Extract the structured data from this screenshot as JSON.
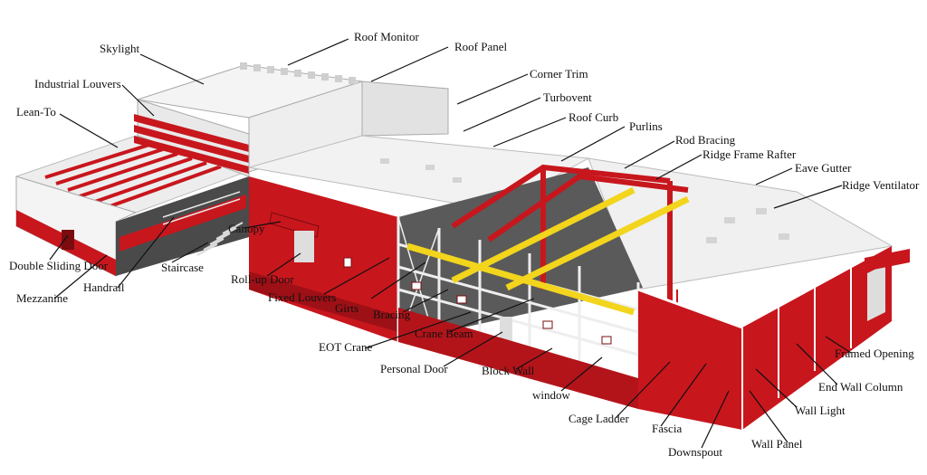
{
  "labels": {
    "skylight": "Skylight",
    "roof_monitor": "Roof Monitor",
    "roof_panel": "Roof Panel",
    "corner_trim": "Corner Trim",
    "turbovent": "Turbovent",
    "roof_curb": "Roof Curb",
    "purlins": "Purlins",
    "rod_bracing": "Rod Bracing",
    "ridge_frame_rafter": "Ridge Frame Rafter",
    "eave_gutter": "Eave Gutter",
    "ridge_ventilator": "Ridge Ventilator",
    "industrial_louvers": "Industrial Louvers",
    "lean_to": "Lean-To",
    "double_sliding_door": "Double Sliding Door",
    "mezzanine": "Mezzanine",
    "handrail": "Handrail",
    "staircase": "Staircase",
    "canopy": "Canopy",
    "roll_up_door": "Roll-up Door",
    "fixed_louvers": "Fixed Louvers",
    "girts": "Girts",
    "bracing": "Bracing",
    "eot_crane": "EOT Crane",
    "crane_beam": "Crane Beam",
    "personal_door": "Personal Door",
    "block_wall": "Block Wall",
    "window": "window",
    "cage_ladder": "Cage Ladder",
    "fascia": "Fascia",
    "downspout": "Downspout",
    "wall_panel": "Wall Panel",
    "framed_opening": "Framed Opening",
    "end_wall_column": "End Wall Column",
    "wall_light": "Wall Light"
  },
  "colors": {
    "wall_red": "#c8161d",
    "wall_red_dark": "#9d1016",
    "roof_white": "#f2f2f2",
    "roof_shade": "#d9d9d9",
    "crane_yellow": "#f2d51c",
    "block_red": "#b3141a"
  }
}
